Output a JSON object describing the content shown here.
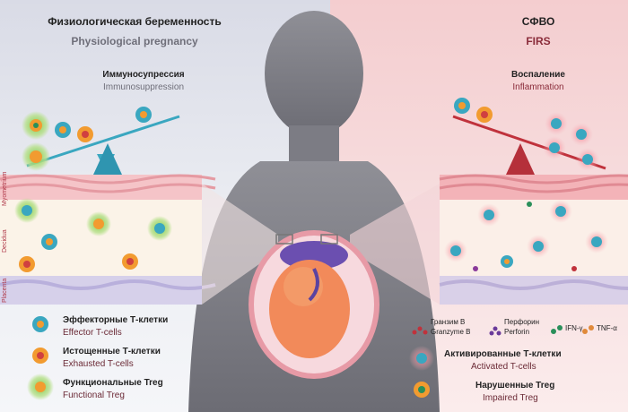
{
  "left": {
    "title_ru": "Физиологическая беременность",
    "title_en": "Physiological pregnancy",
    "sub_ru": "Иммуносупрессия",
    "sub_en": "Immunosuppression",
    "tissue_labels": [
      "Myometrium",
      "Decidua",
      "Placenta"
    ],
    "legend": [
      {
        "ru": "Эффекторные Т-клетки",
        "en": "Effector T-cells"
      },
      {
        "ru": "Истощенные Т-клетки",
        "en": "Exhausted T-cells"
      },
      {
        "ru": "Функциональные Treg",
        "en": "Functional Treg"
      }
    ]
  },
  "right": {
    "title_ru": "СФВО",
    "title_en": "FIRS",
    "sub_ru": "Воспаление",
    "sub_en": "Inflammation",
    "molecules": [
      {
        "ru": "Гранзим В",
        "en": "Granzyme B"
      },
      {
        "ru": "Перфорин",
        "en": "Perforin"
      },
      {
        "label": "IFN-γ"
      },
      {
        "label": "TNF-α"
      }
    ],
    "legend": [
      {
        "ru": "Активированные Т-клетки",
        "en": "Activated T-cells"
      },
      {
        "ru": "Нарушенные Treg",
        "en": "Impaired Treg"
      }
    ]
  },
  "colors": {
    "left_accent": "#3aa7c0",
    "right_accent": "#c0323c",
    "fetus": "#f28a5a",
    "placenta": "#6b4fb0"
  }
}
